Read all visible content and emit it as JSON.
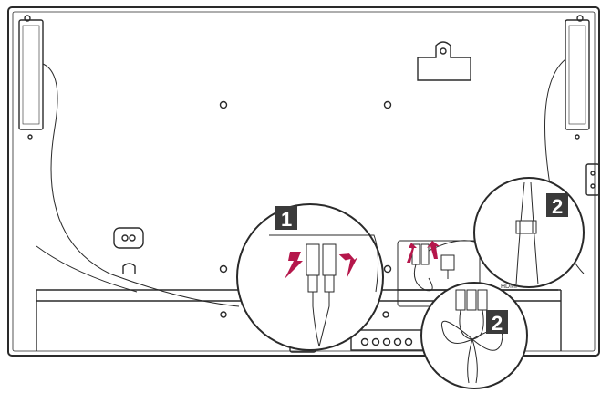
{
  "steps": [
    {
      "label": "1"
    },
    {
      "label": "2"
    },
    {
      "label": "2"
    }
  ],
  "port_label": "HDMI",
  "colors": {
    "outline": "#2a2a2a",
    "badge": "#3a3a3a",
    "arrow": "#b5174b",
    "background": "#ffffff"
  },
  "icons": [
    "connector-plug-icon",
    "cable-tie-icon",
    "power-plug-icon",
    "arrow-up-icon"
  ]
}
